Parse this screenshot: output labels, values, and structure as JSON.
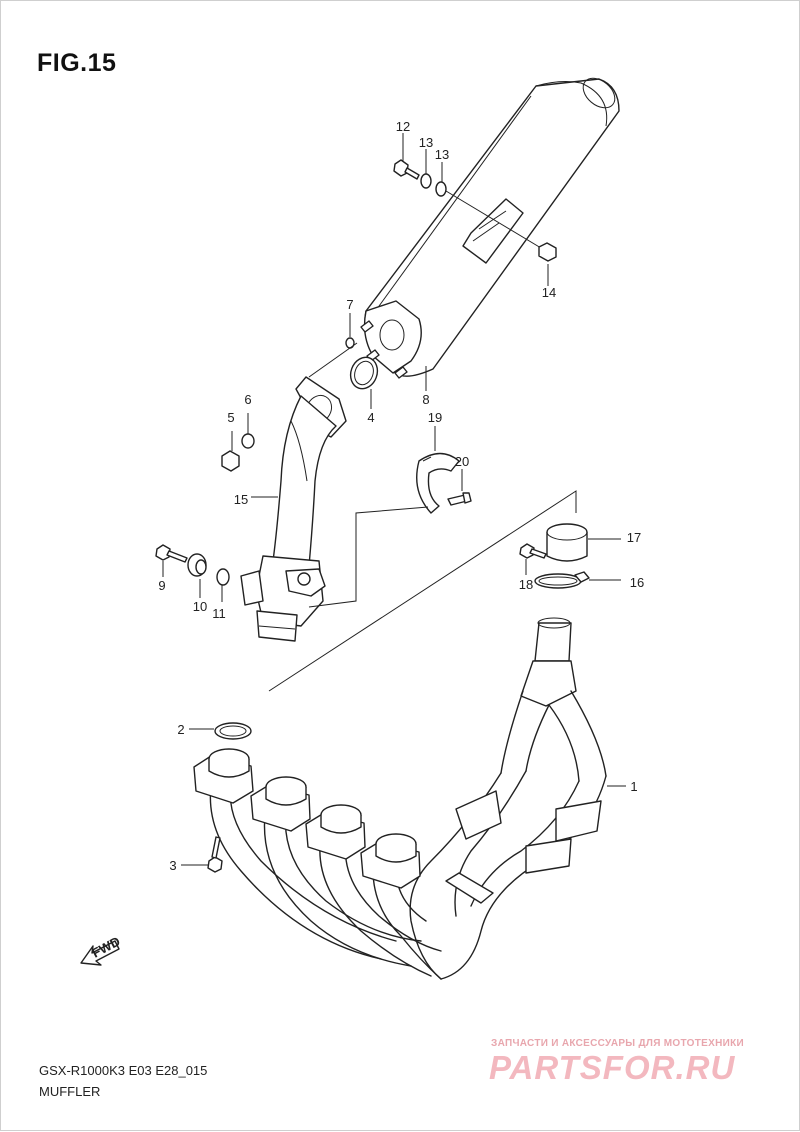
{
  "figure": {
    "title": "FIG.15",
    "model_code": "GSX-R1000K3 E03 E28_015",
    "section_name": "MUFFLER"
  },
  "callouts": [
    "1",
    "2",
    "3",
    "4",
    "5",
    "6",
    "7",
    "8",
    "9",
    "10",
    "11",
    "12",
    "13",
    "13",
    "14",
    "15",
    "16",
    "17",
    "18",
    "19",
    "20"
  ],
  "parts": [
    {
      "no": "1",
      "name": "exhaust-pipe-assembly"
    },
    {
      "no": "2",
      "name": "gasket"
    },
    {
      "no": "3",
      "name": "bolt"
    },
    {
      "no": "4",
      "name": "gasket"
    },
    {
      "no": "5",
      "name": "nut"
    },
    {
      "no": "6",
      "name": "washer"
    },
    {
      "no": "7",
      "name": "washer"
    },
    {
      "no": "8",
      "name": "muffler"
    },
    {
      "no": "9",
      "name": "bolt"
    },
    {
      "no": "10",
      "name": "cushion"
    },
    {
      "no": "11",
      "name": "washer"
    },
    {
      "no": "12",
      "name": "bolt"
    },
    {
      "no": "13",
      "name": "washer"
    },
    {
      "no": "14",
      "name": "nut"
    },
    {
      "no": "15",
      "name": "center-pipe"
    },
    {
      "no": "16",
      "name": "clamp"
    },
    {
      "no": "17",
      "name": "connector"
    },
    {
      "no": "18",
      "name": "bolt"
    },
    {
      "no": "19",
      "name": "cover"
    },
    {
      "no": "20",
      "name": "screw"
    }
  ],
  "direction_marker": "FWD",
  "watermark": {
    "caption": "ЗАПЧАСТИ И АКСЕССУАРЫ ДЛЯ МОТОТЕХНИКИ",
    "logo_text": "PARTSFOR.RU"
  },
  "colors": {
    "line": "#222222",
    "background": "#ffffff",
    "watermark": "#f3b8bf"
  }
}
